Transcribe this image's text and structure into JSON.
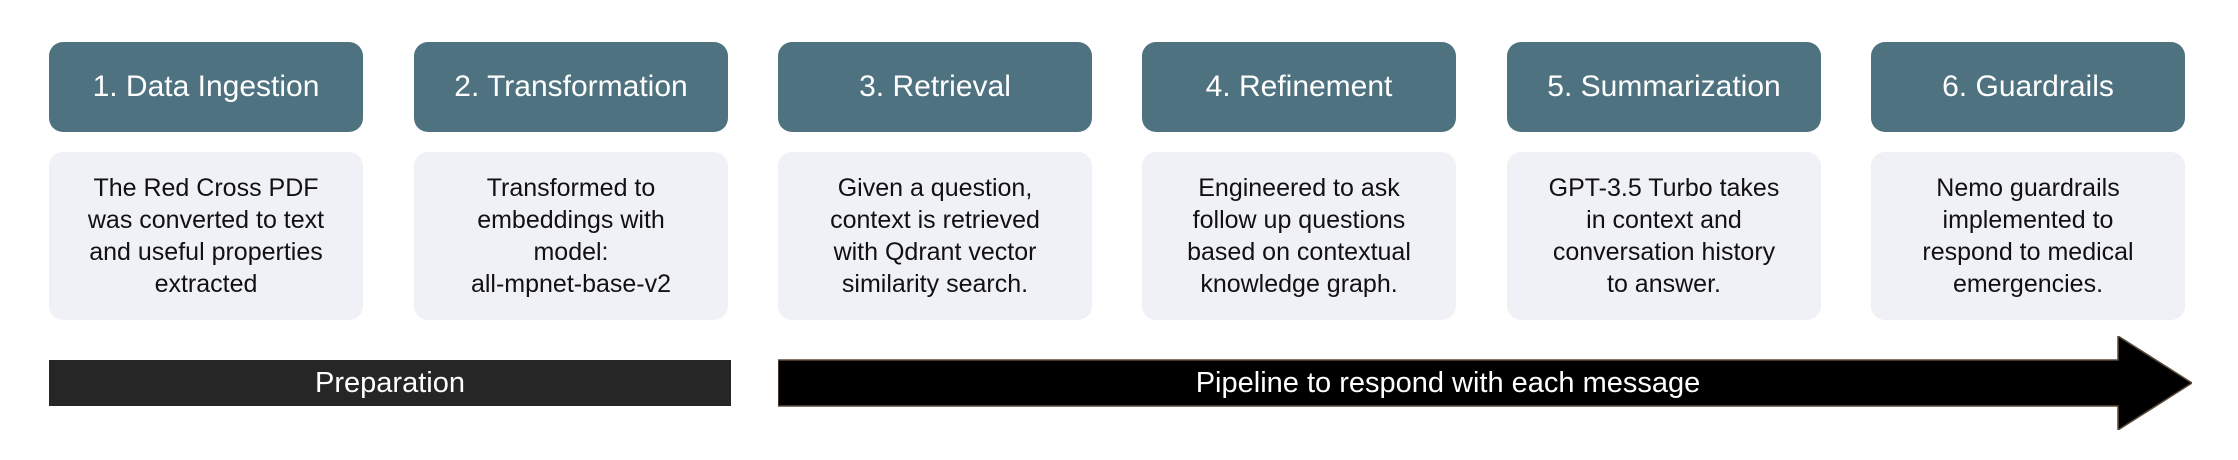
{
  "steps": [
    {
      "title": "1. Data Ingestion",
      "description": "The Red Cross PDF\nwas converted to text\nand useful properties\nextracted"
    },
    {
      "title": "2. Transformation",
      "description": "Transformed to\nembeddings with\nmodel:\nall-mpnet-base-v2"
    },
    {
      "title": "3. Retrieval",
      "description": "Given a question,\ncontext is retrieved\nwith Qdrant vector\nsimilarity search."
    },
    {
      "title": "4. Refinement",
      "description": "Engineered to ask\nfollow up questions\nbased on contextual\nknowledge graph."
    },
    {
      "title": "5. Summarization",
      "description": "GPT-3.5 Turbo takes\nin context and\nconversation history\nto answer."
    },
    {
      "title": "6. Guardrails",
      "description": "Nemo guardrails\nimplemented to\nrespond to medical\nemergencies."
    }
  ],
  "phases": {
    "preparation": "Preparation",
    "pipeline": "Pipeline to respond with each message"
  },
  "colors": {
    "header_bg": "#4e7280",
    "body_bg": "#f0f1f6",
    "prep_bar": "#262626",
    "arrow": "#000000"
  }
}
